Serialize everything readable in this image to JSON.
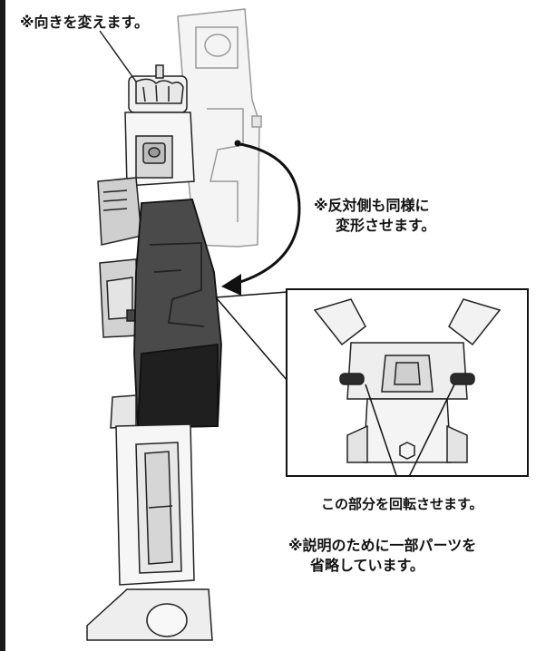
{
  "notes": {
    "rotate_direction": "※向きを変えます。",
    "other_side_line1": "※反対側も同様に",
    "other_side_line2": "変形させます。",
    "inset_caption": "この部分を回転させます。",
    "omission_line1": "※説明のために一部パーツを",
    "omission_line2": "省略しています。"
  },
  "colors": {
    "ink": "#111111",
    "part_light": "#f2f2f2",
    "part_mid": "#cfcfcf",
    "part_ghost": "#eeeeee",
    "part_dark": "#2b2b2b"
  }
}
